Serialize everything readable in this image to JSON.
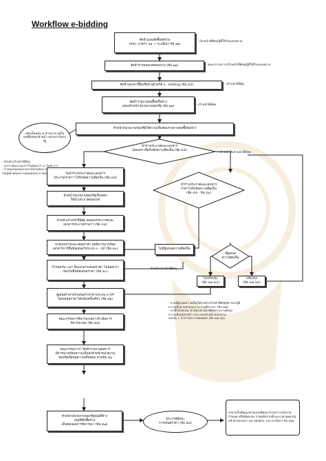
{
  "title": "Workflow e-bidding",
  "steps": [
    {
      "line1": "จัดทำแผนจัดซื้อจัดจ้าง",
      "line2": "(พรบ. มาตรา ๑๑ + ระเบียบฯ ข้อ ๑๑)"
    },
    {
      "line1": "จัดทำร่างขอบเขตของงาน (ข้อ ๒๑)"
    },
    {
      "line1": "จัดทำเอกสารซื้อหรือจ้างด้วยวิธี e - bidding (ข้อ ๔๔)"
    },
    {
      "line1": "จัดทำรายงานขอซื้อหรือจ้าง",
      "line2": "เสนอหัวหน้าหน่วยงานของรัฐ (ข้อ ๒๒)"
    },
    {
      "line1": "หัวหน้าหน่วยงานของรัฐให้ความเห็นชอบรายงานขอซื้อขอจ้าง"
    }
  ],
  "right_notes": [
    "- เจ้าหน้าที่พัสดุ/ผู้ที่ได้รับมอบหมาย",
    "- คณะกรรมการ/เจ้าหน้าที่พัสดุ/ผู้ที่ได้รับมอบหมาย",
    "- เจ้าหน้าที่พัสดุ",
    "- เจ้าหน้าที่พัสดุ",
    "- เจ้าหน้าที่/เจ้าหน้าที่พัสดุ"
  ],
  "callout": "หลังเห็นชอบ ๕ ล้านบาท อยู่ในดุลพินิจของหัวหน้า หน่วยงานของรัฐ",
  "decision1": {
    "line1": "นำร่างประกาศและเอกสาร",
    "line2": "เผยแพร่ เพื่อรับฟังความคิดเห็น (ข้อ ๔๕)"
  },
  "left_notes": "- หัวหน้าเจ้าหน้าที่พัสดุ\n- ประกาศและเอกสารไม่น้อยกว่า ๓ วันทำการ\n- กำหนดวันเสนอราคาเป็นวันถัดจาก\n  วันสุดท้ายของการเผยแพร่ประกาศและเอกสาร",
  "left_steps": [
    {
      "line1": "ไม่นำร่างประกาศและเอกสาร",
      "line2": "ประกวดราคาฯ ไปรับฟังความคิดเห็น (ข้อ ๔๕)"
    },
    {
      "line1": "หัวหน้าหน่วยงานของรัฐเห็นชอบ",
      "line2": "ให้นำประกาศเผยแพร่"
    },
    {
      "line1": "หัวหน้าเจ้าหน้าที่พัสดุ เผยแพร่ประกาศและ",
      "line2": "เอกสารประกวดราคาฯ (ข้อ ๔๘)"
    },
    {
      "line1": "ขายเอกสารและเสนอราคา ผลพิจารณาพร้อม",
      "line2": "เอกสารการยื่นข้อเสนอในระบบ e - GP (ข้อ ๕๐)"
    },
    {
      "line1": "กำหนดวัน เวลา ยื่นเอกสารเสนอราคา ไม่น้อยกว่า",
      "line2": "ก่อนวันยื่นข้อเสนอราคา (ข้อ ๕๐)"
    },
    {
      "line1": "ผู้เสนอราคาเข้าเสนอราคาผ่านระบบ e-GP",
      "line2": "โดยเสนอราคาได้เพียงครั้งเดียว (ข้อ ๕๑)"
    },
    {
      "line1": "คณะกรรมการพิจารณาผลฯ ดำเนินการ",
      "line2": "พิจารณาผล (ข้อ ๕๕)"
    },
    {
      "line1": "คณะกรรมการฯ จัดทำรายงานผลการ",
      "line2": "พิจารณาพร้อมความเห็นส่งหัวหน้าหน่วยงาน",
      "line3": "ของรัฐเพื่อขอความเห็นชอบ ตามข้อ ๕๖"
    },
    {
      "line1": "หัวหน้าหน่วยงานของรัฐอนุมัติจ้าง",
      "line2": "อนุมัติสั่งซื้อจ้าง",
      "line3": "เห็นชอบผลการพิจารณา (ข้อ ๕๗)"
    }
  ],
  "decision2": {
    "line1": "นำร่างประกาศและเอกสาร",
    "line2": "ราคาไปรับฟังความคิดเห็น",
    "line3": "(ข้อ ๔๕ - ข้อ ๔๖)"
  },
  "no_comment": "ไม่มีผู้เสนอความคิดเห็น",
  "decision3": {
    "line1": "มีผู้เสนอ",
    "line2": "ความคิดเห็น"
  },
  "no_change": {
    "line1": "ไม่ปรับปรุง",
    "line2": "(ข้อ ๔๗ (๓))"
  },
  "change": {
    "line1": "ปรับปรุง",
    "line2": "(ข้อ ๔๗ (๑))"
  },
  "mid_label": "หัวหน้าเจ้าหน้าที่พัสดุ",
  "right_mid_notes": "- หากมีผู้เสนอความเห็นให้หัวหน้าเจ้าหน้าที่พัสดุพิจารณาผู้มี\n  ความเห็นตามลักษณะงาน ร่วมพิจารณา (ข้อ ๔๗)\n- กรณีไม่ปรับปรุง หัวหน้าเจ้าหน้าที่พัสดุรายงานพร้อม\n  ความเห็นต่อหัวหน้า ฯลฯ เสนอหัวหน้าหน่วยงาน\n  ของรัฐ + นำร่างประกาศเผยแพร่ (ข้อ ๔๗ (๓))",
  "announce": {
    "line1": "ประกาศผู้ชนะ",
    "line2": "การเสนอราคา (ข้อ ๕๘)"
  },
  "final_note": "ลงนามในสัญญาตามแบบที่คณะกรรมการนโยบายกำหนด หรือข้อตกลง ภายหลังจากที่ระยะเวลาอุทธรณ์แล้วตามมาตรา ๖๖ ของพรบ. และระเบียบฯ ข้อ ๑๖๑"
}
